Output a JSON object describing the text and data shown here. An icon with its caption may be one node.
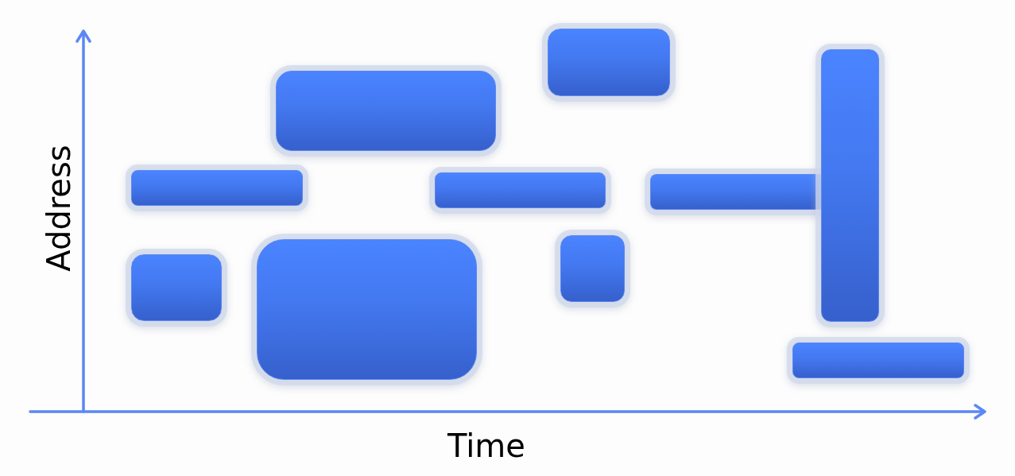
{
  "diagram": {
    "nodes": [
      {
        "text": [],
        "shape": "box"
      },
      {
        "text": [],
        "shape": "box"
      },
      {
        "text": [],
        "shape": "box"
      },
      {
        "text": [],
        "shape": "box"
      },
      {
        "text": [],
        "shape": "box"
      },
      {
        "text": [],
        "shape": "box"
      },
      {
        "text": [],
        "shape": "box"
      },
      {
        "text": [],
        "shape": "box"
      },
      {
        "text": [],
        "shape": "box"
      },
      {
        "text": [],
        "shape": "box"
      }
    ],
    "labels": [
      "Address",
      "Time"
    ]
  }
}
